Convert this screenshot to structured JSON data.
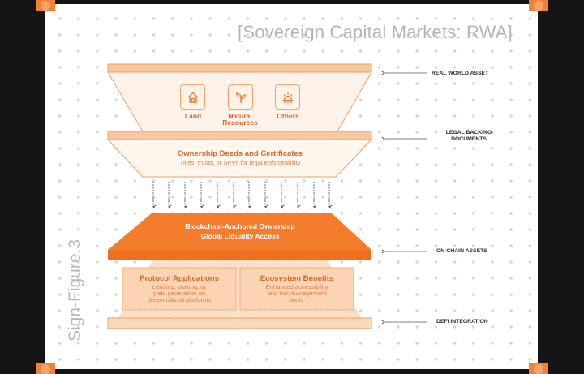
{
  "headline": "[Sovereign Capital Markets: RWA]",
  "side_label": "Sign-Figure.3",
  "icons": [
    {
      "icon": "house-icon",
      "label": "Land"
    },
    {
      "icon": "sprout-icon",
      "label_line1": "Natural",
      "label_line2": "Resources"
    },
    {
      "icon": "sun-icon",
      "label": "Others"
    }
  ],
  "legal": {
    "title": "Ownership Deeds and Certificates",
    "subtitle": "Titles, trusts, or SPVs for legal enforceability"
  },
  "onchain": {
    "line1": "Blockchain-Anchored Ownership",
    "line2": "Global Liquidity Access"
  },
  "protocol": {
    "title": "Protocol Applications",
    "line1": "Lending, staking, or",
    "line2": "yield generation on",
    "line3": "decentralized platforms"
  },
  "ecosystem": {
    "title": "Ecosystem Benefits",
    "line1": "Enhanced accessibility",
    "line2": "and risk management",
    "line3": "tools"
  },
  "right_labels": {
    "rwa": "REAL WORLD ASSET",
    "legal_line1": "LEGAL BACKING",
    "legal_line2": "DOCUMENTS",
    "onchain": "ON-CHAIN ASSETS",
    "defi": "DEFI INTEGRATION"
  },
  "colors": {
    "accent": "#f07a2a",
    "accent_light": "#fbe3cf",
    "accent_soft": "#fde9d8",
    "text_orange": "#d06a2a"
  }
}
